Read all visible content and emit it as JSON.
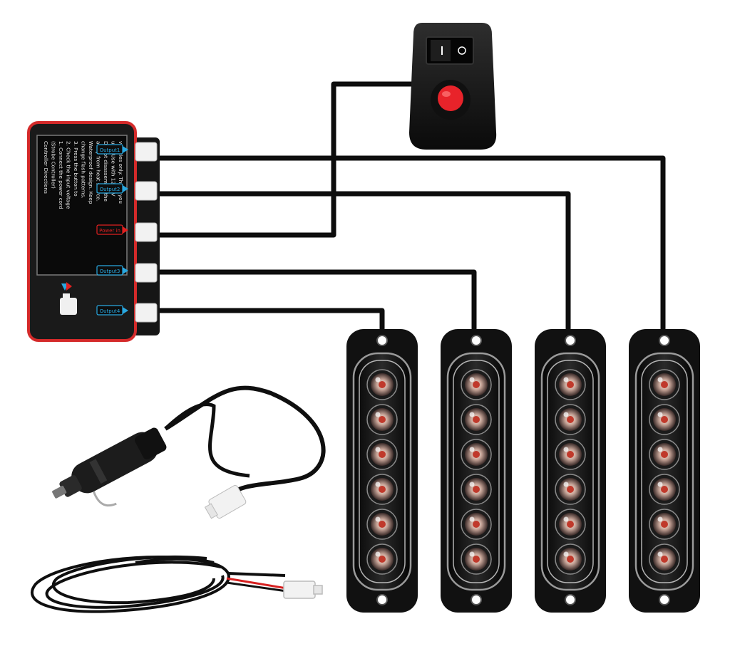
{
  "controller": {
    "instruction_lines": [
      "Controller Directions",
      "(Strobe Controller)",
      "1. Connect the power cord",
      "2. Check the input voltage",
      "3. Press the button to",
      "change flash patterns.",
      "Waterproof design. Keep",
      "away from heat source.",
      "Do not disassemble the",
      "unit. Use with 12-24V",
      "vehicles only. Thank you"
    ],
    "ports": [
      {
        "label": "Output1",
        "color": "#29a8e0"
      },
      {
        "label": "Output2",
        "color": "#29a8e0"
      },
      {
        "label": "Power in",
        "color": "#e02020"
      },
      {
        "label": "Output3",
        "color": "#29a8e0"
      },
      {
        "label": "Output4",
        "color": "#29a8e0"
      }
    ]
  },
  "light_bars": {
    "count": 4,
    "leds_per_bar": 6,
    "led_color": "#c0392b"
  },
  "colors": {
    "housing": "#111111",
    "controller_border": "#d42a2a",
    "wire": "#0d0d0d",
    "connector": "#f2f2f2",
    "switch_button": "#e8232a"
  }
}
